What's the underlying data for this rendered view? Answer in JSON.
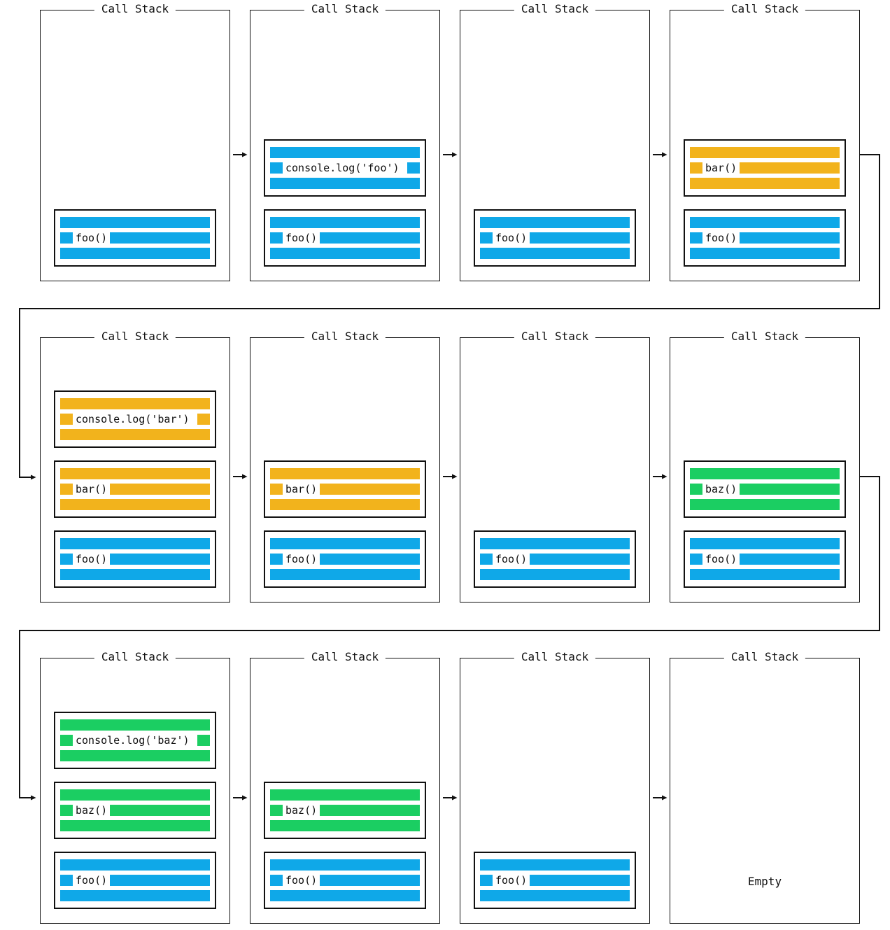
{
  "diagram": {
    "colors": {
      "blue": "#0FA8E8",
      "yellow": "#F2B31C",
      "green": "#1BCE62",
      "line": "#111111"
    },
    "panels": [
      {
        "title": "Call Stack",
        "frames": [
          {
            "label": "foo()",
            "color": "blue",
            "kind": "call",
            "slot": 0
          }
        ]
      },
      {
        "title": "Call Stack",
        "frames": [
          {
            "label": "console.log('foo')",
            "color": "blue",
            "kind": "log",
            "slot": 1
          },
          {
            "label": "foo()",
            "color": "blue",
            "kind": "call",
            "slot": 0
          }
        ]
      },
      {
        "title": "Call Stack",
        "frames": [
          {
            "label": "foo()",
            "color": "blue",
            "kind": "call",
            "slot": 0
          }
        ]
      },
      {
        "title": "Call Stack",
        "frames": [
          {
            "label": "bar()",
            "color": "yellow",
            "kind": "call",
            "slot": 1
          },
          {
            "label": "foo()",
            "color": "blue",
            "kind": "call",
            "slot": 0
          }
        ]
      },
      {
        "title": "Call Stack",
        "frames": [
          {
            "label": "console.log('bar')",
            "color": "yellow",
            "kind": "log",
            "slot": 2
          },
          {
            "label": "bar()",
            "color": "yellow",
            "kind": "call",
            "slot": 1
          },
          {
            "label": "foo()",
            "color": "blue",
            "kind": "call",
            "slot": 0
          }
        ]
      },
      {
        "title": "Call Stack",
        "frames": [
          {
            "label": "bar()",
            "color": "yellow",
            "kind": "call",
            "slot": 1
          },
          {
            "label": "foo()",
            "color": "blue",
            "kind": "call",
            "slot": 0
          }
        ]
      },
      {
        "title": "Call Stack",
        "frames": [
          {
            "label": "foo()",
            "color": "blue",
            "kind": "call",
            "slot": 0
          }
        ]
      },
      {
        "title": "Call Stack",
        "frames": [
          {
            "label": "baz()",
            "color": "green",
            "kind": "call",
            "slot": 1
          },
          {
            "label": "foo()",
            "color": "blue",
            "kind": "call",
            "slot": 0
          }
        ]
      },
      {
        "title": "Call Stack",
        "frames": [
          {
            "label": "console.log('baz')",
            "color": "green",
            "kind": "log",
            "slot": 2
          },
          {
            "label": "baz()",
            "color": "green",
            "kind": "call",
            "slot": 1
          },
          {
            "label": "foo()",
            "color": "blue",
            "kind": "call",
            "slot": 0
          }
        ]
      },
      {
        "title": "Call Stack",
        "frames": [
          {
            "label": "baz()",
            "color": "green",
            "kind": "call",
            "slot": 1
          },
          {
            "label": "foo()",
            "color": "blue",
            "kind": "call",
            "slot": 0
          }
        ]
      },
      {
        "title": "Call Stack",
        "frames": [
          {
            "label": "foo()",
            "color": "blue",
            "kind": "call",
            "slot": 0
          }
        ]
      },
      {
        "title": "Call Stack",
        "frames": [],
        "empty_label": "Empty"
      }
    ]
  }
}
